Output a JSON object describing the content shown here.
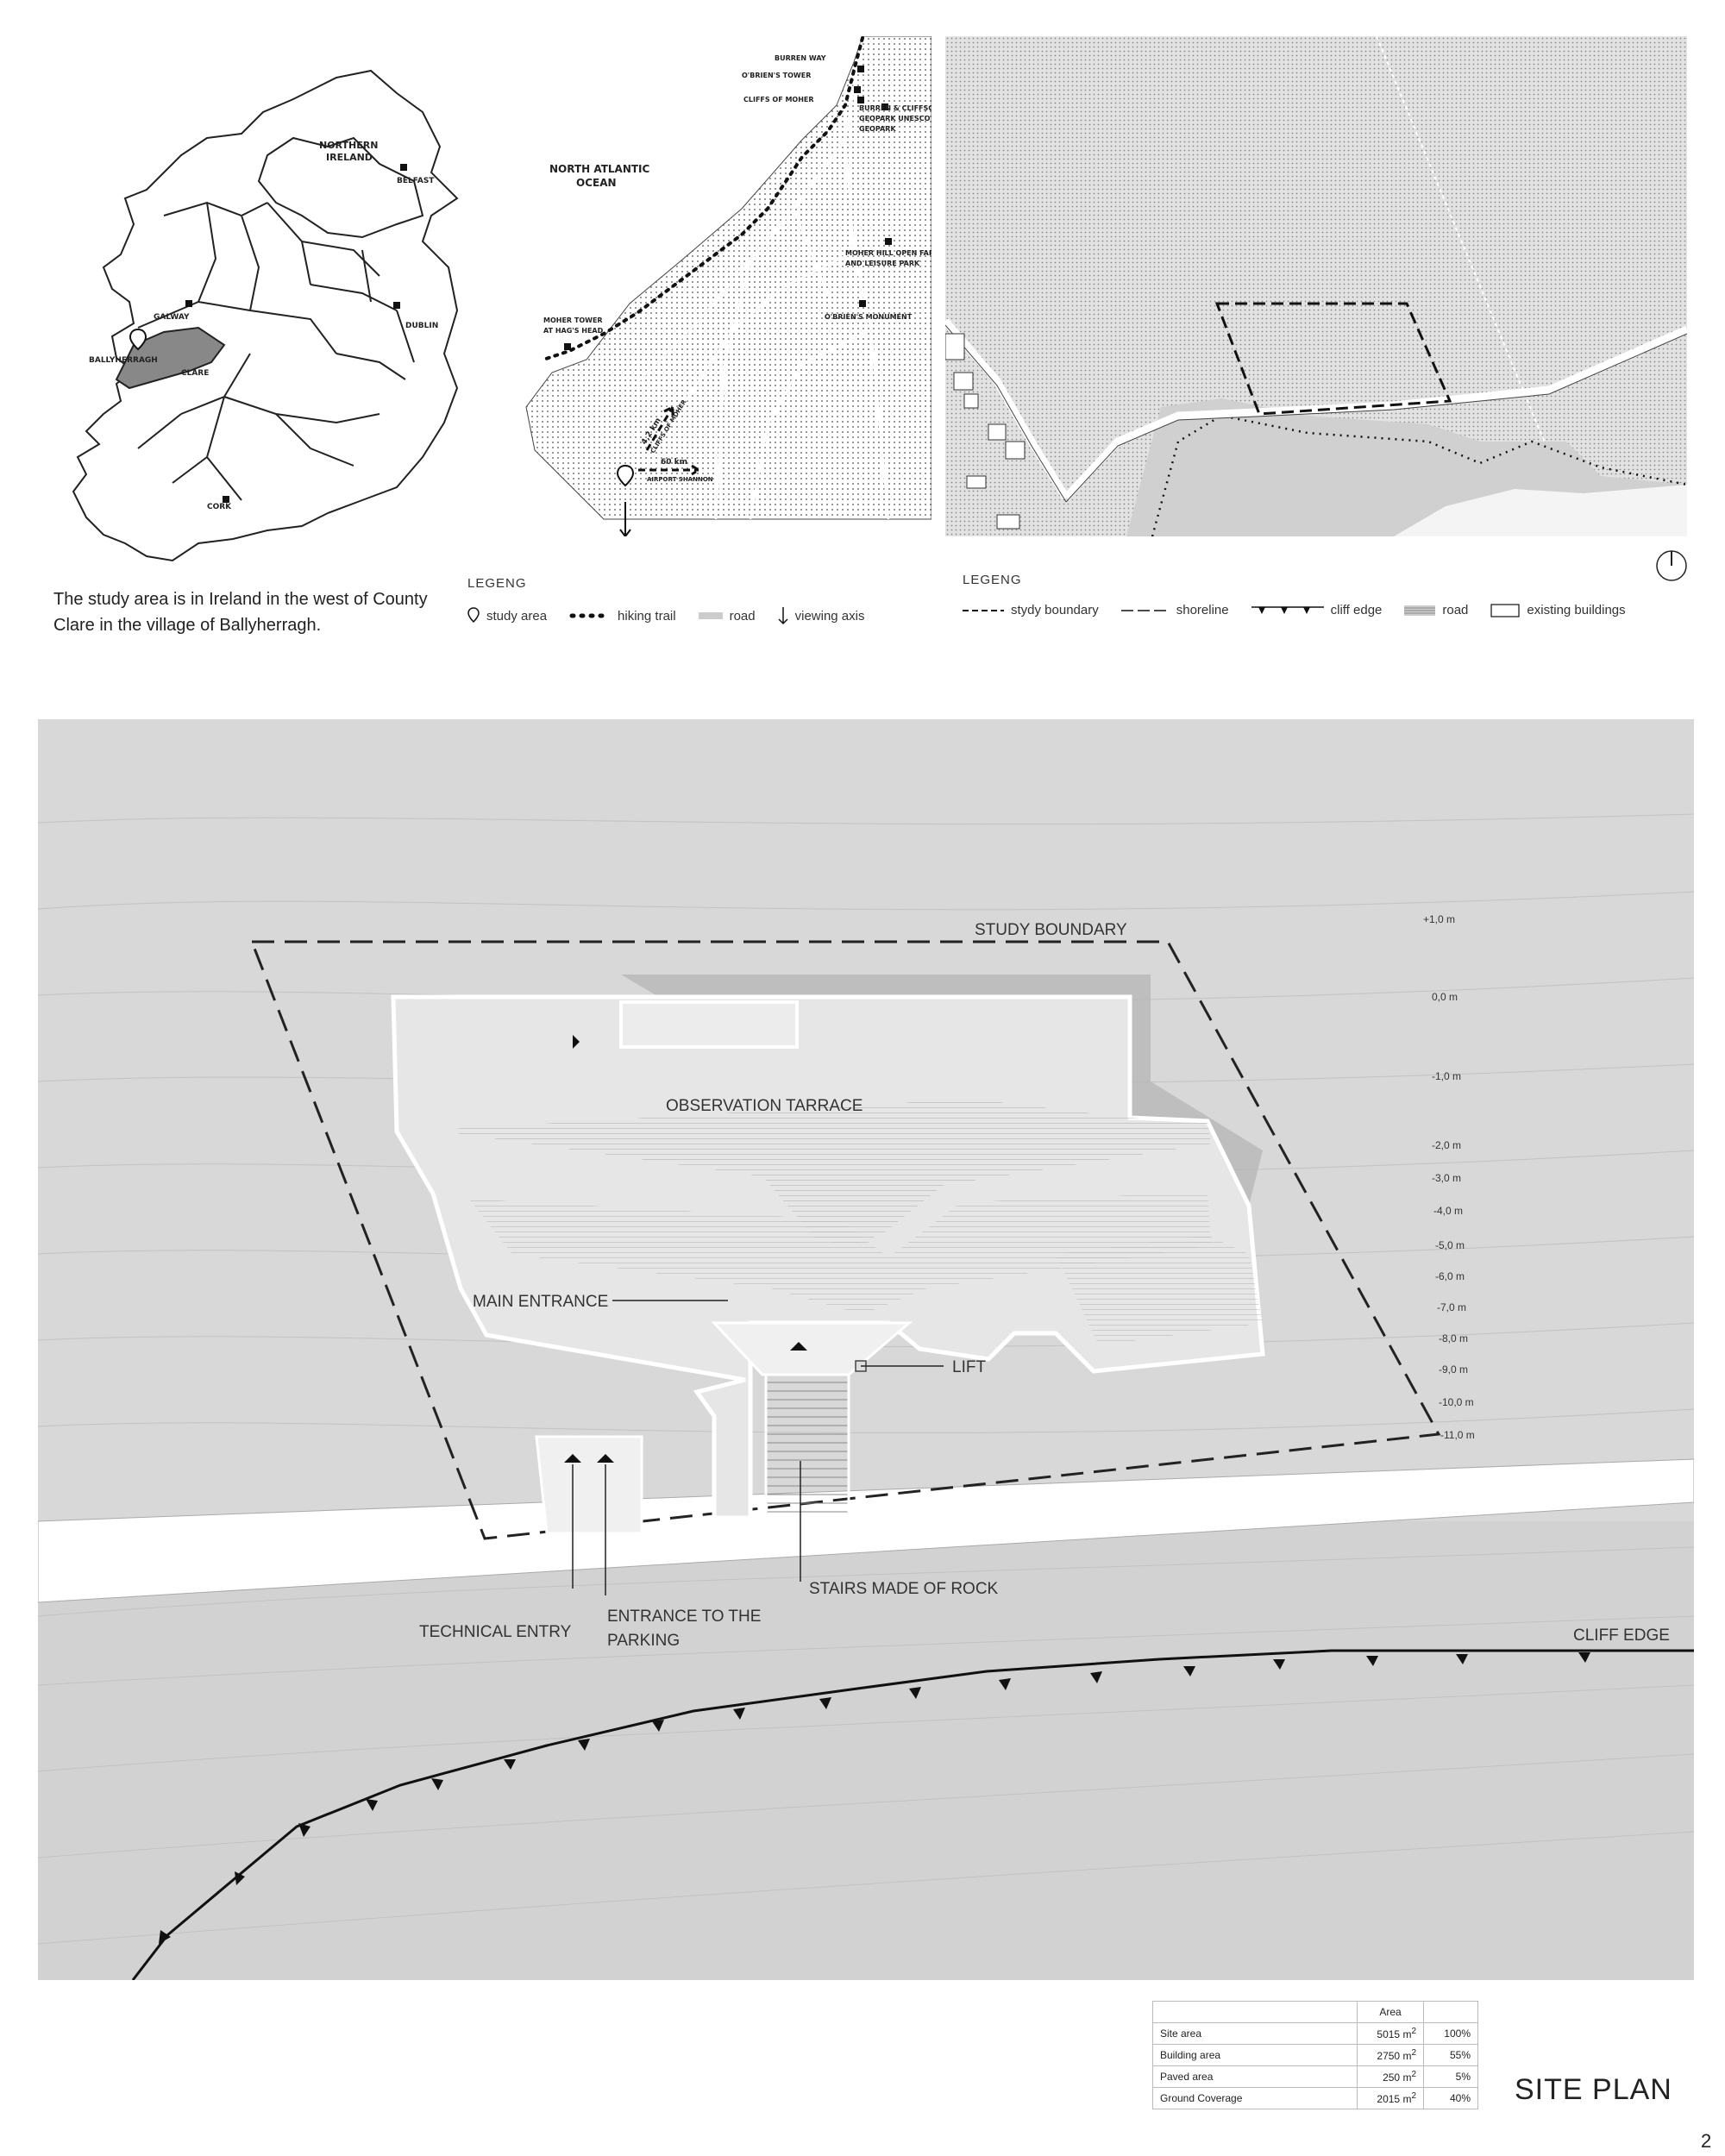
{
  "map_ireland": {
    "labels": {
      "northern_ireland_1": "NORTHERN",
      "northern_ireland_2": "IRELAND",
      "belfast": "BELFAST",
      "galway": "GALWAY",
      "dublin": "DUBLIN",
      "ballyherragh": "BALLYHERRAGH",
      "clare": "CLARE",
      "cork": "CORK"
    }
  },
  "map_coast": {
    "labels": {
      "burren_way": "BURREN WAY",
      "obriens_tower": "O'BRIEN'S TOWER",
      "cliffs_of_moher": "CLIFFS OF MOHER",
      "geopark_1": "BURREN & CLIFFSOF MOHER",
      "geopark_2": "GEOPARK UNESCO GLOBAL",
      "geopark_3": "GEOPARK",
      "ocean_1": "NORTH ATLANTIC",
      "ocean_2": "OCEAN",
      "moher_hill_1": "MOHER HILL OPEN FARM",
      "moher_hill_2": "AND LEISURE PARK",
      "obriens_monument": "O'BRIEN'S MONUMENT",
      "moher_tower_1": "MOHER TOWER",
      "moher_tower_2": "AT HAG'S HEAD",
      "dist_cliffs": "4,2 km",
      "dir_cliffs": "CLIFFS OF MOHER",
      "dist_airport": "60 km",
      "dir_airport": "AIRPORT SHANNON"
    }
  },
  "caption": "The study area is in Ireland in the west of County Clare in the village of Ballyherragh.",
  "legend_left": {
    "title": "LEGENG",
    "items": [
      "study area",
      "hiking trail",
      "road",
      "viewing axis"
    ]
  },
  "legend_right": {
    "title": "LEGENG",
    "items": [
      "stydy boundary",
      "shoreline",
      "cliff edge",
      "road",
      "existing buildings"
    ]
  },
  "site_plan": {
    "labels": {
      "study_boundary": "STUDY BOUNDARY",
      "observation": "OBSERVATION TARRACE",
      "main_entrance": "MAIN ENTRANCE",
      "lift": "LIFT",
      "technical_entry": "TECHNICAL ENTRY",
      "entrance_parking_1": "ENTRANCE TO THE",
      "entrance_parking_2": "PARKING",
      "stairs": "STAIRS MADE OF ROCK",
      "cliff_edge": "CLIFF EDGE"
    },
    "elevations": [
      "+1,0 m",
      "0,0 m",
      "-1,0 m",
      "-2,0 m",
      "-3,0 m",
      "-4,0 m",
      "-5,0 m",
      "-6,0 m",
      "-7,0 m",
      "-8,0 m",
      "-9,0 m",
      "-10,0 m",
      "-11,0 m"
    ]
  },
  "stats_table": {
    "header": "Area",
    "unit": "m",
    "rows": [
      {
        "label": "Site area",
        "area": "5015",
        "pct": "100%"
      },
      {
        "label": "Building area",
        "area": "2750",
        "pct": "55%"
      },
      {
        "label": "Paved area",
        "area": "250",
        "pct": "5%"
      },
      {
        "label": "Ground Coverage",
        "area": "2015",
        "pct": "40%"
      }
    ]
  },
  "title": "SITE PLAN",
  "page_number": "2"
}
